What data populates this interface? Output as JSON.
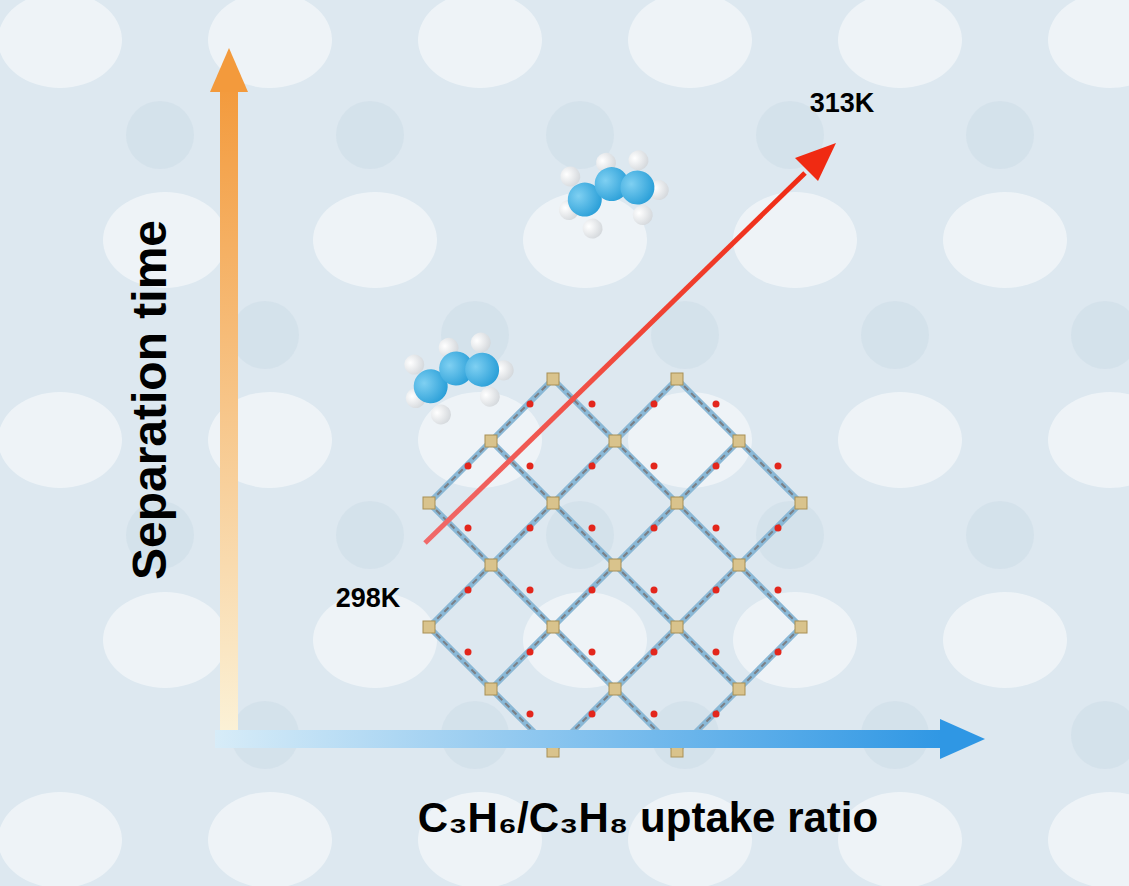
{
  "diagram": {
    "labels": [
      "Separation time",
      "298K",
      "313K",
      "C₃H₆/C₃H₈ uptake ratio"
    ]
  }
}
